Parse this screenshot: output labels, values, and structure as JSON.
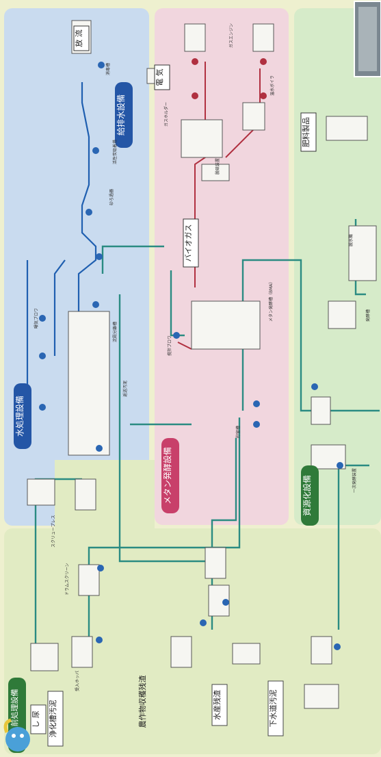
{
  "sections": {
    "water_treatment": "水処理設備",
    "water_supply": "給排水設備",
    "methane": "メタン発酵設備",
    "pretreatment": "受入前処理設備",
    "composting": "資源化設備"
  },
  "sources": {
    "human_waste": "し 尿",
    "septic_sludge": "浄化槽汚泥",
    "agri_residue": "農作物収穫残渣",
    "fish_residue": "水産残渣",
    "sewage_sludge": "下水道汚泥"
  },
  "products": {
    "discharge": "放 流",
    "electricity": "電 気",
    "biogas": "バイオガス",
    "fertilizer": "肥料製品"
  },
  "equipment": {
    "gas_holder": "ガスホルダー",
    "methane_tank": "メタン発酵槽（BMA）",
    "gas_engine": "ガスエンジン",
    "boiler": "温水ボイラ",
    "drum_screen": "ドラムスクリーン",
    "screw_press": "スクリュープレス",
    "dewaterer": "脱水機",
    "dryer": "一次発酵装置",
    "separation_tank": "沈殿分離槽",
    "sand_filter": "砂ろ過器",
    "activated_carbon": "活性炭吸着塔",
    "chlorine": "消毒槽",
    "storage_tank": "貯留槽",
    "blower_1": "曝気ブロワ",
    "blower_2": "撹拌ブロワ",
    "desulfurizer": "脱硫装置",
    "hopper": "受入ホッパ",
    "compost": "発酵槽",
    "return": "返送汚泥"
  }
}
